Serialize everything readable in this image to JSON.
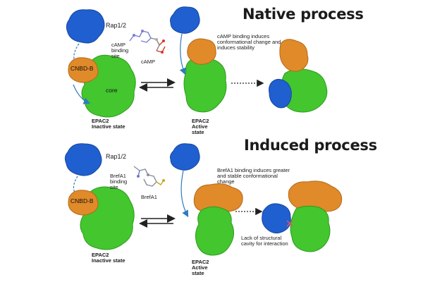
{
  "native": {
    "title": "Native process",
    "rap_label": "Rap1/2",
    "cnbd_label": "CNBD-B",
    "core_label": "core",
    "binding_site_label": "cAMP binding site",
    "ligand_label": "cAMP",
    "change_text": "cAMP binding induces conformational change and induces stability",
    "inactive_label": "EPAC2 Inactive state",
    "active_label": "EPAC2 Active state"
  },
  "induced": {
    "title": "Induced process",
    "rap_label": "Rap1/2",
    "cnbd_label": "CNBD-B",
    "binding_site_label": "BrefA1 binding site",
    "ligand_label": "BrefA1",
    "change_text": "BrefA1 binding induces greater and stable conformational change",
    "inactive_label": "EPAC2 Inactive state",
    "active_label": "EPAC2 Active state",
    "cavity_text": "Lack of structural cavity for interaction"
  },
  "colors": {
    "rap": "#1f5fd0",
    "cnbd": "#e08a2a",
    "core": "#43c62e",
    "ligand_red": "#d43a2a",
    "block_x": "#e8526a"
  }
}
